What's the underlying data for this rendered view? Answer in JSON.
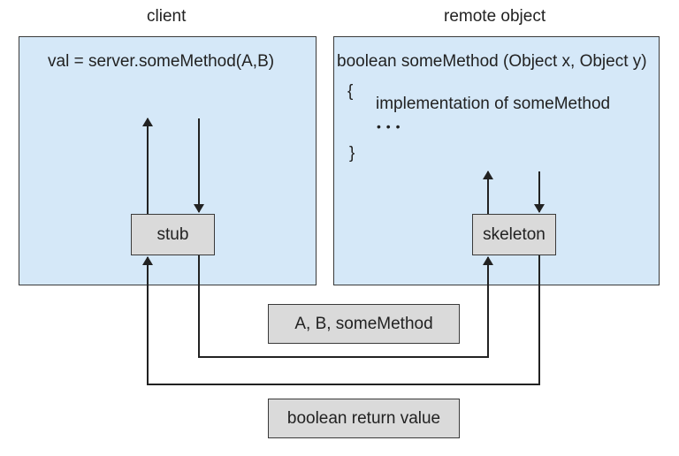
{
  "headers": {
    "client": "client",
    "remote": "remote object"
  },
  "client_panel": {
    "call": "val = server.someMethod(A,B)"
  },
  "remote_panel": {
    "signature": "boolean someMethod (Object x, Object y)",
    "open_brace": "{",
    "body": "implementation of someMethod",
    "ellipsis": "• • •",
    "close_brace": "}"
  },
  "stub_label": "stub",
  "skeleton_label": "skeleton",
  "request_label": "A, B, someMethod",
  "response_label": "boolean return value",
  "colors": {
    "panel_fill": "#d5e8f8",
    "box_fill": "#dadada",
    "line": "#222222"
  }
}
